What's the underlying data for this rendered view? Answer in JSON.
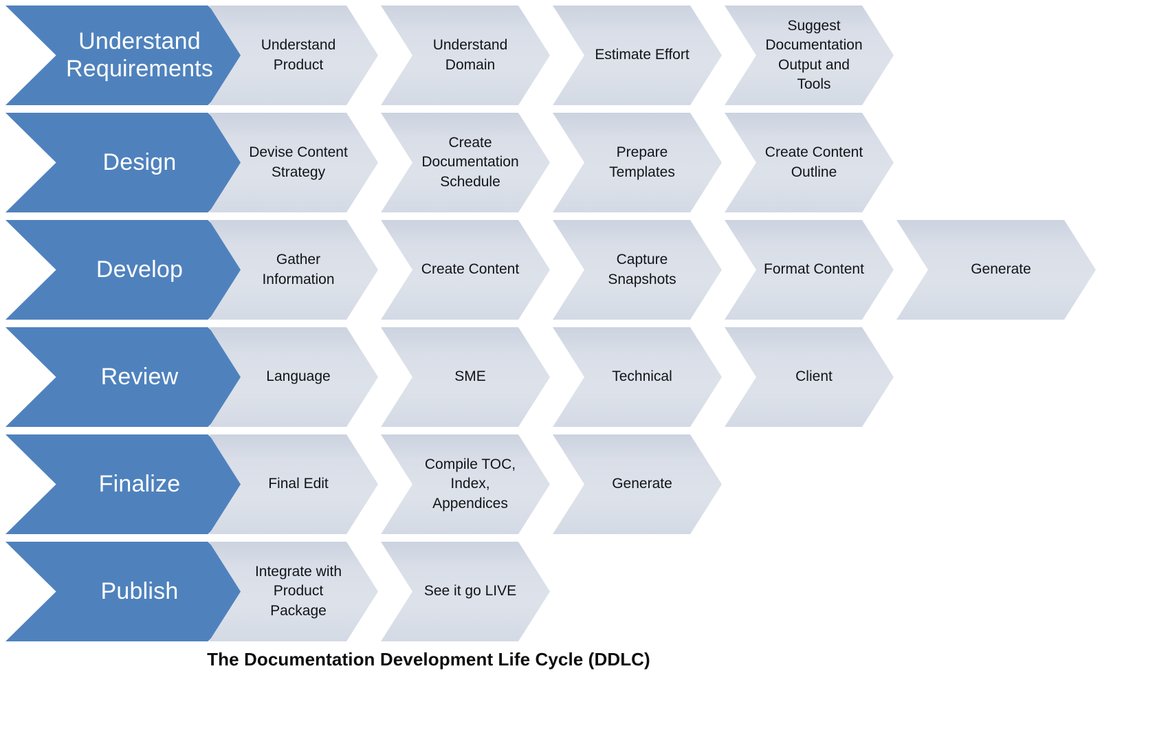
{
  "diagram": {
    "caption": "The Documentation Development Life Cycle (DDLC)",
    "colors": {
      "phase_blue": "#4F82BD",
      "step_gray": "#D9DEE8",
      "phase_text": "#FFFFFF",
      "step_text": "#111418",
      "background": "#FFFFFF",
      "caption_text": "#0D0D0D"
    },
    "rows": [
      {
        "phase": "Understand\nRequirements",
        "steps": [
          {
            "label": "Understand\nProduct"
          },
          {
            "label": "Understand\nDomain"
          },
          {
            "label": "Estimate Effort"
          },
          {
            "label": "Suggest\nDocumentation\nOutput and\nTools"
          }
        ]
      },
      {
        "phase": "Design",
        "steps": [
          {
            "label": "Devise Content\nStrategy"
          },
          {
            "label": "Create\nDocumentation\nSchedule"
          },
          {
            "label": "Prepare\nTemplates"
          },
          {
            "label": "Create Content\nOutline"
          }
        ]
      },
      {
        "phase": "Develop",
        "steps": [
          {
            "label": "Gather\nInformation"
          },
          {
            "label": "Create Content"
          },
          {
            "label": "Capture\nSnapshots"
          },
          {
            "label": "Format Content"
          },
          {
            "label": "Generate"
          }
        ]
      },
      {
        "phase": "Review",
        "steps": [
          {
            "label": "Language"
          },
          {
            "label": "SME"
          },
          {
            "label": "Technical"
          },
          {
            "label": "Client"
          }
        ]
      },
      {
        "phase": "Finalize",
        "steps": [
          {
            "label": "Final Edit"
          },
          {
            "label": "Compile TOC,\nIndex,\nAppendices"
          },
          {
            "label": "Generate"
          }
        ]
      },
      {
        "phase": "Publish",
        "steps": [
          {
            "label": "Integrate with\nProduct\nPackage"
          },
          {
            "label": "See it go LIVE"
          }
        ]
      }
    ]
  }
}
